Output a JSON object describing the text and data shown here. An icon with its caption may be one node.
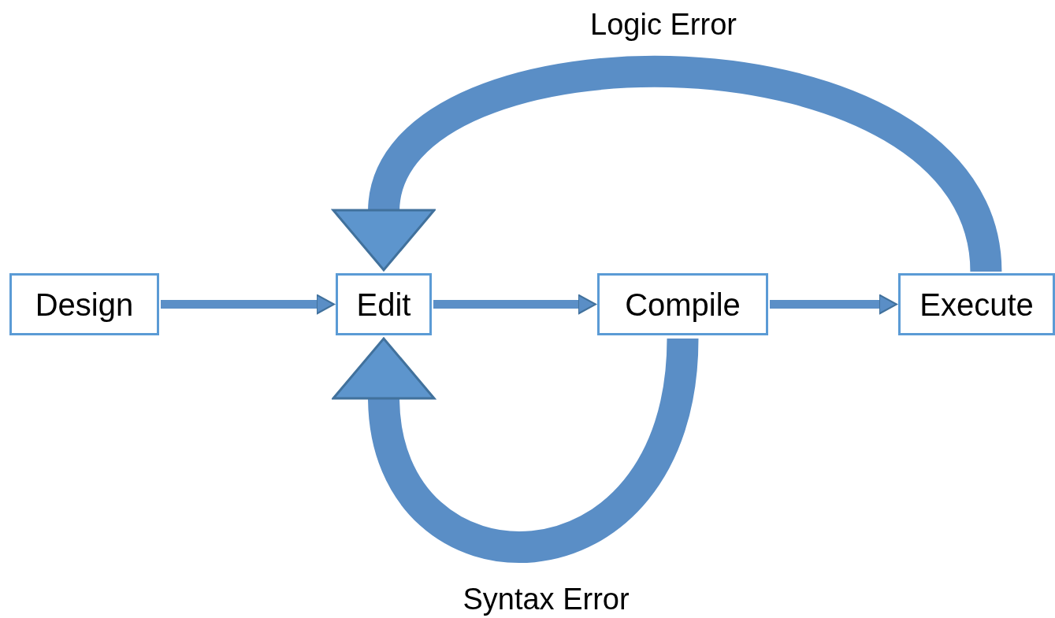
{
  "diagram": {
    "nodes": [
      {
        "text": [
          "Design"
        ]
      },
      {
        "text": [
          "Edit"
        ]
      },
      {
        "text": [
          "Compile"
        ]
      },
      {
        "text": [
          "Execute"
        ]
      }
    ],
    "edges": [
      {
        "from": 0,
        "to": 1,
        "arrow": "to"
      },
      {
        "from": 1,
        "to": 2,
        "arrow": "to"
      },
      {
        "from": 2,
        "to": 3,
        "arrow": "to"
      },
      {
        "from": 3,
        "to": 1,
        "arrow": "to",
        "label": "Logic Error",
        "style": "thick"
      },
      {
        "from": 2,
        "to": 1,
        "arrow": "to",
        "label": "Syntax Error",
        "style": "thick"
      }
    ]
  }
}
